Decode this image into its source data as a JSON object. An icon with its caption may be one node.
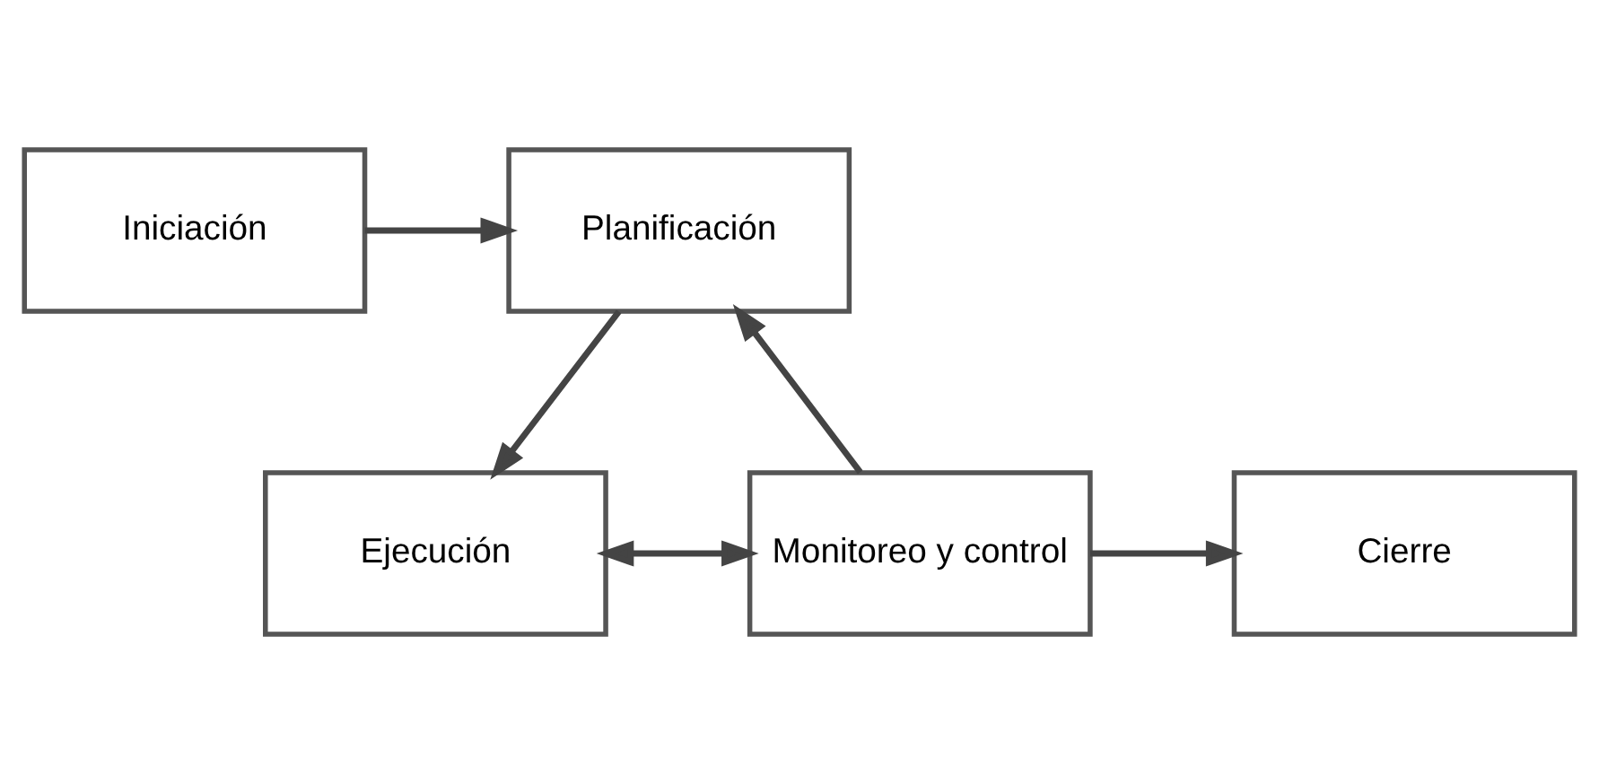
{
  "diagram": {
    "nodes": [
      {
        "text": [
          "Iniciación"
        ]
      },
      {
        "text": [
          "Planificación"
        ]
      },
      {
        "text": [
          "Ejecución"
        ]
      },
      {
        "text": [
          "Monitoreo y control"
        ]
      },
      {
        "text": [
          "Cierre"
        ]
      }
    ],
    "edges": [
      {
        "from": 0,
        "to": 1,
        "arrow": "to"
      },
      {
        "from": 1,
        "to": 2,
        "arrow": "to"
      },
      {
        "from": 3,
        "to": 1,
        "arrow": "to"
      },
      {
        "from": 2,
        "to": 3,
        "arrow": "both"
      },
      {
        "from": 3,
        "to": 4,
        "arrow": "to"
      }
    ]
  }
}
